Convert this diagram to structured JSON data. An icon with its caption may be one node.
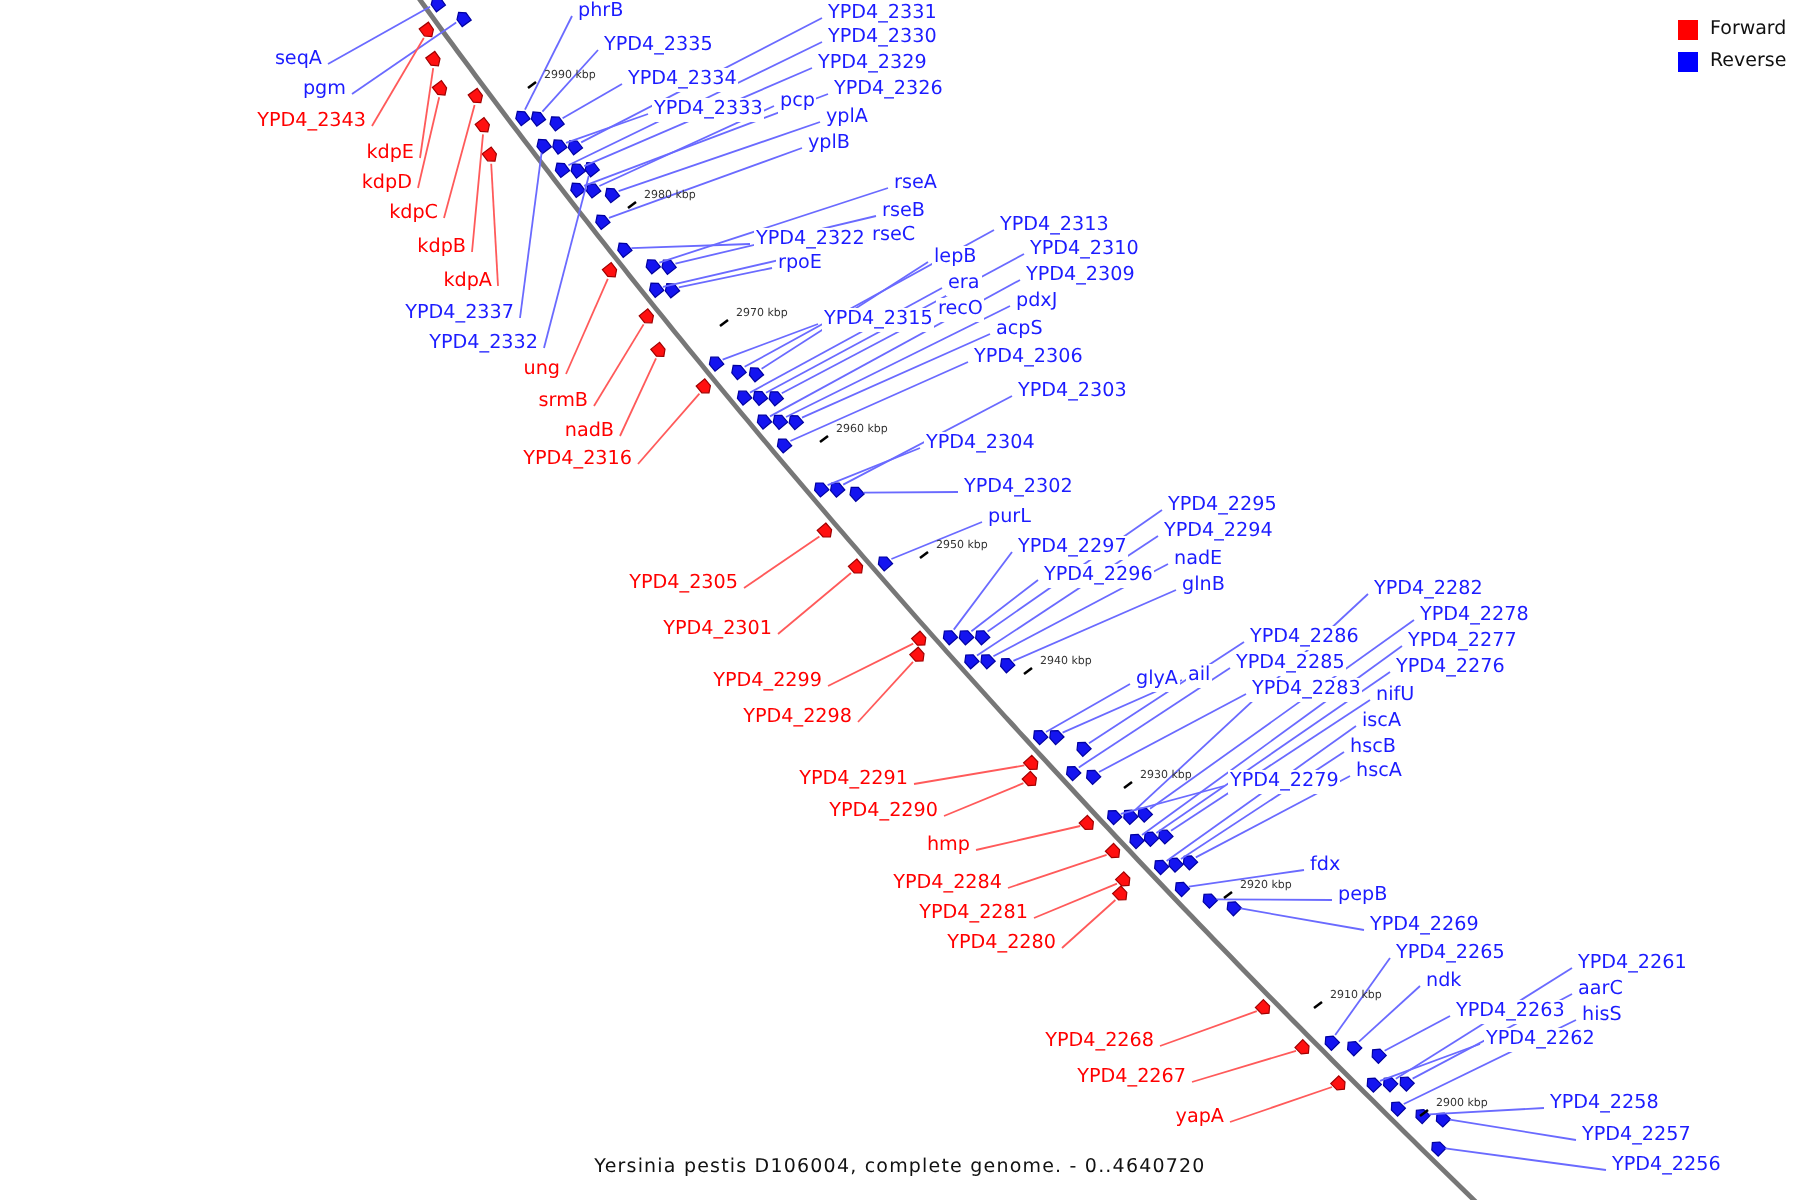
{
  "diagram": {
    "caption": "Yersinia pestis D106004, complete genome. - 0..4640720",
    "nodes": [
      {
        "text": [
          "seqA"
        ]
      },
      {
        "text": [
          "pgm"
        ]
      },
      {
        "text": [
          "YPD4_2343"
        ]
      },
      {
        "text": [
          "kdpE"
        ]
      },
      {
        "text": [
          "kdpD"
        ]
      },
      {
        "text": [
          "kdpC"
        ]
      },
      {
        "text": [
          "kdpB"
        ]
      },
      {
        "text": [
          "kdpA"
        ]
      },
      {
        "text": [
          "phrB"
        ]
      },
      {
        "text": [
          "YPD4_2335"
        ]
      },
      {
        "text": [
          "YPD4_2334"
        ]
      },
      {
        "text": [
          "YPD4_2337"
        ]
      },
      {
        "text": [
          "YPD4_2333"
        ]
      },
      {
        "text": [
          "YPD4_2331"
        ]
      },
      {
        "text": [
          "YPD4_2330"
        ]
      },
      {
        "text": [
          "YPD4_2329"
        ]
      },
      {
        "text": [
          "YPD4_2332"
        ]
      },
      {
        "text": [
          "YPD4_2326"
        ]
      },
      {
        "text": [
          "pcp"
        ]
      },
      {
        "text": [
          "yplA"
        ]
      },
      {
        "text": [
          "yplB"
        ]
      },
      {
        "text": [
          "YPD4_2322"
        ]
      },
      {
        "text": [
          "ung"
        ]
      },
      {
        "text": [
          "rseA"
        ]
      },
      {
        "text": [
          "rseB"
        ]
      },
      {
        "text": [
          "rseC"
        ]
      },
      {
        "text": [
          "rpoE"
        ]
      },
      {
        "text": [
          "srmB"
        ]
      },
      {
        "text": [
          "nadB"
        ]
      },
      {
        "text": [
          "YPD4_2315"
        ]
      },
      {
        "text": [
          "YPD4_2316"
        ]
      },
      {
        "text": [
          "YPD4_2313"
        ]
      },
      {
        "text": [
          "lepB"
        ]
      },
      {
        "text": [
          "era"
        ]
      },
      {
        "text": [
          "YPD4_2310"
        ]
      },
      {
        "text": [
          "recO"
        ]
      },
      {
        "text": [
          "YPD4_2309"
        ]
      },
      {
        "text": [
          "pdxJ"
        ]
      },
      {
        "text": [
          "acpS"
        ]
      },
      {
        "text": [
          "YPD4_2306"
        ]
      },
      {
        "text": [
          "YPD4_2304"
        ]
      },
      {
        "text": [
          "YPD4_2303"
        ]
      },
      {
        "text": [
          "YPD4_2302"
        ]
      },
      {
        "text": [
          "YPD4_2305"
        ]
      },
      {
        "text": [
          "YPD4_2301"
        ]
      },
      {
        "text": [
          "purL"
        ]
      },
      {
        "text": [
          "YPD4_2299"
        ]
      },
      {
        "text": [
          "YPD4_2298"
        ]
      },
      {
        "text": [
          "YPD4_2297"
        ]
      },
      {
        "text": [
          "YPD4_2296"
        ]
      },
      {
        "text": [
          "YPD4_2295"
        ]
      },
      {
        "text": [
          "YPD4_2294"
        ]
      },
      {
        "text": [
          "nadE"
        ]
      },
      {
        "text": [
          "glnB"
        ]
      },
      {
        "text": [
          "glyA"
        ]
      },
      {
        "text": [
          "ail"
        ]
      },
      {
        "text": [
          "YPD4_2291"
        ]
      },
      {
        "text": [
          "YPD4_2290"
        ]
      },
      {
        "text": [
          "YPD4_2286"
        ]
      },
      {
        "text": [
          "YPD4_2285"
        ]
      },
      {
        "text": [
          "YPD4_2283"
        ]
      },
      {
        "text": [
          "hmp"
        ]
      },
      {
        "text": [
          "YPD4_2279"
        ]
      },
      {
        "text": [
          "YPD4_2282"
        ]
      },
      {
        "text": [
          "YPD4_2278"
        ]
      },
      {
        "text": [
          "YPD4_2284"
        ]
      },
      {
        "text": [
          "YPD4_2277"
        ]
      },
      {
        "text": [
          "YPD4_2276"
        ]
      },
      {
        "text": [
          "nifU"
        ]
      },
      {
        "text": [
          "YPD4_2281"
        ]
      },
      {
        "text": [
          "YPD4_2280"
        ]
      },
      {
        "text": [
          "iscA"
        ]
      },
      {
        "text": [
          "hscB"
        ]
      },
      {
        "text": [
          "hscA"
        ]
      },
      {
        "text": [
          "fdx"
        ]
      },
      {
        "text": [
          "pepB"
        ]
      },
      {
        "text": [
          "YPD4_2269"
        ]
      },
      {
        "text": [
          "YPD4_2268"
        ]
      },
      {
        "text": [
          "YPD4_2267"
        ]
      },
      {
        "text": [
          "YPD4_2265"
        ]
      },
      {
        "text": [
          "ndk"
        ]
      },
      {
        "text": [
          "yapA"
        ]
      },
      {
        "text": [
          "YPD4_2263"
        ]
      },
      {
        "text": [
          "YPD4_2262"
        ]
      },
      {
        "text": [
          "YPD4_2261"
        ]
      },
      {
        "text": [
          "aarC"
        ]
      },
      {
        "text": [
          "hisS"
        ]
      },
      {
        "text": [
          "YPD4_2258"
        ]
      },
      {
        "text": [
          "YPD4_2257"
        ]
      },
      {
        "text": [
          "YPD4_2256"
        ]
      },
      {
        "text": [],
        "shape": "arrow"
      },
      {
        "text": [],
        "shape": "arrow"
      },
      {
        "text": [],
        "shape": "arrow"
      },
      {
        "text": [],
        "shape": "arrow"
      },
      {
        "text": [],
        "shape": "arrow"
      },
      {
        "text": [],
        "shape": "arrow"
      },
      {
        "text": [],
        "shape": "arrow"
      },
      {
        "text": [],
        "shape": "arrow"
      },
      {
        "text": [],
        "shape": "arrow"
      },
      {
        "text": [],
        "shape": "arrow"
      },
      {
        "text": [],
        "shape": "arrow"
      },
      {
        "text": [],
        "shape": "arrow"
      },
      {
        "text": [],
        "shape": "arrow"
      },
      {
        "text": [],
        "shape": "arrow"
      },
      {
        "text": [],
        "shape": "arrow"
      },
      {
        "text": [],
        "shape": "arrow"
      },
      {
        "text": [],
        "shape": "arrow"
      },
      {
        "text": [],
        "shape": "arrow"
      },
      {
        "text": [],
        "shape": "arrow"
      },
      {
        "text": [],
        "shape": "arrow"
      },
      {
        "text": [],
        "shape": "arrow"
      },
      {
        "text": [],
        "shape": "arrow"
      },
      {
        "text": [],
        "shape": "arrow"
      },
      {
        "text": [],
        "shape": "arrow"
      },
      {
        "text": [],
        "shape": "arrow"
      },
      {
        "text": [],
        "shape": "arrow"
      },
      {
        "text": [],
        "shape": "arrow"
      },
      {
        "text": [],
        "shape": "arrow"
      },
      {
        "text": [],
        "shape": "arrow"
      },
      {
        "text": [],
        "shape": "arrow"
      },
      {
        "text": [],
        "shape": "arrow"
      },
      {
        "text": [],
        "shape": "arrow"
      },
      {
        "text": [],
        "shape": "arrow"
      },
      {
        "text": [],
        "shape": "arrow"
      },
      {
        "text": [],
        "shape": "arrow"
      },
      {
        "text": [],
        "shape": "arrow"
      },
      {
        "text": [],
        "shape": "arrow"
      },
      {
        "text": [],
        "shape": "arrow"
      },
      {
        "text": [],
        "shape": "arrow"
      },
      {
        "text": [],
        "shape": "arrow"
      },
      {
        "text": [],
        "shape": "arrow"
      },
      {
        "text": [],
        "shape": "arrow"
      },
      {
        "text": [],
        "shape": "arrow"
      },
      {
        "text": [],
        "shape": "arrow"
      },
      {
        "text": [],
        "shape": "arrow"
      },
      {
        "text": [],
        "shape": "arrow"
      },
      {
        "text": [],
        "shape": "arrow"
      },
      {
        "text": [],
        "shape": "arrow"
      },
      {
        "text": [],
        "shape": "arrow"
      },
      {
        "text": [],
        "shape": "arrow"
      },
      {
        "text": [],
        "shape": "arrow"
      },
      {
        "text": [],
        "shape": "arrow"
      },
      {
        "text": [],
        "shape": "arrow"
      },
      {
        "text": [],
        "shape": "arrow"
      },
      {
        "text": [],
        "shape": "arrow"
      },
      {
        "text": [],
        "shape": "arrow"
      },
      {
        "text": [],
        "shape": "arrow"
      },
      {
        "text": [],
        "shape": "arrow"
      },
      {
        "text": [],
        "shape": "arrow"
      },
      {
        "text": [],
        "shape": "arrow"
      },
      {
        "text": [],
        "shape": "arrow"
      },
      {
        "text": [],
        "shape": "arrow"
      },
      {
        "text": [],
        "shape": "arrow"
      },
      {
        "text": [],
        "shape": "arrow"
      },
      {
        "text": [],
        "shape": "arrow"
      },
      {
        "text": [],
        "shape": "arrow"
      },
      {
        "text": [],
        "shape": "arrow"
      },
      {
        "text": [],
        "shape": "arrow"
      },
      {
        "text": [],
        "shape": "arrow"
      },
      {
        "text": [],
        "shape": "arrow"
      },
      {
        "text": [],
        "shape": "arrow"
      },
      {
        "text": [],
        "shape": "arrow"
      },
      {
        "text": [],
        "shape": "arrow"
      },
      {
        "text": [],
        "shape": "arrow"
      },
      {
        "text": [],
        "shape": "arrow"
      },
      {
        "text": [],
        "shape": "arrow"
      },
      {
        "text": [],
        "shape": "arrow"
      },
      {
        "text": [],
        "shape": "arrow"
      },
      {
        "text": [],
        "shape": "arrow"
      },
      {
        "text": [],
        "shape": "arrow"
      },
      {
        "text": [],
        "shape": "arrow"
      },
      {
        "text": [],
        "shape": "arrow"
      },
      {
        "text": [],
        "shape": "arrow"
      },
      {
        "text": [],
        "shape": "arrow"
      },
      {
        "text": [],
        "shape": "arrow"
      },
      {
        "text": [],
        "shape": "arrow"
      },
      {
        "text": [],
        "shape": "arrow"
      },
      {
        "text": [],
        "shape": "arrow"
      },
      {
        "text": [],
        "shape": "arrow"
      },
      {
        "text": [],
        "shape": "arrow"
      }
    ],
    "edges": [
      {
        "from": 0,
        "to": 90,
        "arrow": "none"
      },
      {
        "from": 1,
        "to": 91,
        "arrow": "none"
      },
      {
        "from": 2,
        "to": 92,
        "arrow": "none",
        "color": "#ff5a5a"
      },
      {
        "from": 3,
        "to": 93,
        "arrow": "none",
        "color": "#ff5a5a"
      },
      {
        "from": 4,
        "to": 94,
        "arrow": "none",
        "color": "#ff5a5a"
      },
      {
        "from": 5,
        "to": 95,
        "arrow": "none",
        "color": "#ff5a5a"
      },
      {
        "from": 6,
        "to": 96,
        "arrow": "none",
        "color": "#ff5a5a"
      },
      {
        "from": 7,
        "to": 97,
        "arrow": "none",
        "color": "#ff5a5a"
      },
      {
        "from": 8,
        "to": 98,
        "arrow": "none"
      },
      {
        "from": 9,
        "to": 99,
        "arrow": "none"
      },
      {
        "from": 10,
        "to": 100,
        "arrow": "none"
      },
      {
        "from": 11,
        "to": 101,
        "arrow": "none"
      },
      {
        "from": 12,
        "to": 102,
        "arrow": "none"
      },
      {
        "from": 13,
        "to": 103,
        "arrow": "none"
      },
      {
        "from": 14,
        "to": 104,
        "arrow": "none"
      },
      {
        "from": 15,
        "to": 105,
        "arrow": "none"
      },
      {
        "from": 16,
        "to": 106,
        "arrow": "none"
      },
      {
        "from": 17,
        "to": 107,
        "arrow": "none"
      },
      {
        "from": 18,
        "to": 108,
        "arrow": "none"
      },
      {
        "from": 19,
        "to": 109,
        "arrow": "none"
      },
      {
        "from": 20,
        "to": 110,
        "arrow": "none"
      },
      {
        "from": 21,
        "to": 111,
        "arrow": "none"
      },
      {
        "from": 22,
        "to": 112,
        "arrow": "none",
        "color": "#ff5a5a"
      },
      {
        "from": 23,
        "to": 113,
        "arrow": "none"
      },
      {
        "from": 24,
        "to": 114,
        "arrow": "none"
      },
      {
        "from": 25,
        "to": 115,
        "arrow": "none"
      },
      {
        "from": 26,
        "to": 116,
        "arrow": "none"
      },
      {
        "from": 27,
        "to": 117,
        "arrow": "none",
        "color": "#ff5a5a"
      },
      {
        "from": 28,
        "to": 118,
        "arrow": "none",
        "color": "#ff5a5a"
      },
      {
        "from": 29,
        "to": 119,
        "arrow": "none"
      },
      {
        "from": 30,
        "to": 120,
        "arrow": "none",
        "color": "#ff5a5a"
      },
      {
        "from": 31,
        "to": 121,
        "arrow": "none"
      },
      {
        "from": 32,
        "to": 122,
        "arrow": "none"
      },
      {
        "from": 33,
        "to": 123,
        "arrow": "none"
      },
      {
        "from": 34,
        "to": 124,
        "arrow": "none"
      },
      {
        "from": 35,
        "to": 125,
        "arrow": "none"
      },
      {
        "from": 36,
        "to": 126,
        "arrow": "none"
      },
      {
        "from": 37,
        "to": 127,
        "arrow": "none"
      },
      {
        "from": 38,
        "to": 128,
        "arrow": "none"
      },
      {
        "from": 39,
        "to": 129,
        "arrow": "none"
      },
      {
        "from": 40,
        "to": 130,
        "arrow": "none"
      },
      {
        "from": 41,
        "to": 131,
        "arrow": "none"
      },
      {
        "from": 42,
        "to": 132,
        "arrow": "none"
      },
      {
        "from": 43,
        "to": 133,
        "arrow": "none",
        "color": "#ff5a5a"
      },
      {
        "from": 44,
        "to": 134,
        "arrow": "none",
        "color": "#ff5a5a"
      },
      {
        "from": 45,
        "to": 135,
        "arrow": "none"
      },
      {
        "from": 46,
        "to": 136,
        "arrow": "none",
        "color": "#ff5a5a"
      },
      {
        "from": 47,
        "to": 137,
        "arrow": "none",
        "color": "#ff5a5a"
      },
      {
        "from": 48,
        "to": 138,
        "arrow": "none"
      },
      {
        "from": 49,
        "to": 139,
        "arrow": "none"
      },
      {
        "from": 50,
        "to": 140,
        "arrow": "none"
      },
      {
        "from": 51,
        "to": 141,
        "arrow": "none"
      },
      {
        "from": 52,
        "to": 142,
        "arrow": "none"
      },
      {
        "from": 53,
        "to": 143,
        "arrow": "none"
      },
      {
        "from": 54,
        "to": 144,
        "arrow": "none"
      },
      {
        "from": 55,
        "to": 145,
        "arrow": "none"
      },
      {
        "from": 56,
        "to": 146,
        "arrow": "none",
        "color": "#ff5a5a"
      },
      {
        "from": 57,
        "to": 147,
        "arrow": "none",
        "color": "#ff5a5a"
      },
      {
        "from": 58,
        "to": 148,
        "arrow": "none"
      },
      {
        "from": 59,
        "to": 149,
        "arrow": "none"
      },
      {
        "from": 60,
        "to": 150,
        "arrow": "none"
      },
      {
        "from": 61,
        "to": 151,
        "arrow": "none",
        "color": "#ff5a5a"
      },
      {
        "from": 62,
        "to": 152,
        "arrow": "none"
      },
      {
        "from": 63,
        "to": 153,
        "arrow": "none"
      },
      {
        "from": 64,
        "to": 154,
        "arrow": "none"
      },
      {
        "from": 65,
        "to": 155,
        "arrow": "none",
        "color": "#ff5a5a"
      },
      {
        "from": 66,
        "to": 156,
        "arrow": "none"
      },
      {
        "from": 67,
        "to": 157,
        "arrow": "none"
      },
      {
        "from": 68,
        "to": 158,
        "arrow": "none"
      },
      {
        "from": 69,
        "to": 159,
        "arrow": "none",
        "color": "#ff5a5a"
      },
      {
        "from": 70,
        "to": 160,
        "arrow": "none",
        "color": "#ff5a5a"
      },
      {
        "from": 71,
        "to": 161,
        "arrow": "none"
      },
      {
        "from": 72,
        "to": 162,
        "arrow": "none"
      },
      {
        "from": 73,
        "to": 163,
        "arrow": "none"
      },
      {
        "from": 74,
        "to": 164,
        "arrow": "none"
      },
      {
        "from": 75,
        "to": 165,
        "arrow": "none"
      },
      {
        "from": 76,
        "to": 166,
        "arrow": "none"
      },
      {
        "from": 77,
        "to": 167,
        "arrow": "none",
        "color": "#ff5a5a"
      },
      {
        "from": 78,
        "to": 168,
        "arrow": "none",
        "color": "#ff5a5a"
      },
      {
        "from": 79,
        "to": 169,
        "arrow": "none"
      },
      {
        "from": 80,
        "to": 170,
        "arrow": "none"
      },
      {
        "from": 81,
        "to": 171,
        "arrow": "none",
        "color": "#ff5a5a"
      },
      {
        "from": 82,
        "to": 172,
        "arrow": "none"
      },
      {
        "from": 83,
        "to": 173,
        "arrow": "none"
      },
      {
        "from": 84,
        "to": 174,
        "arrow": "none"
      },
      {
        "from": 85,
        "to": 175,
        "arrow": "none"
      },
      {
        "from": 86,
        "to": 176,
        "arrow": "none"
      },
      {
        "from": 87,
        "to": 177,
        "arrow": "none"
      },
      {
        "from": 88,
        "to": 178,
        "arrow": "none"
      },
      {
        "from": 89,
        "to": 179,
        "arrow": "none"
      }
    ],
    "labels": [
      "2990 kbp",
      "2980 kbp",
      "2970 kbp",
      "2960 kbp",
      "2950 kbp",
      "2940 kbp",
      "2930 kbp",
      "2920 kbp",
      "2910 kbp",
      "2900 kbp"
    ],
    "legend": [
      {
        "text": "Forward",
        "color": "#ff0000"
      },
      {
        "text": "Reverse",
        "color": "#0000ff"
      }
    ]
  }
}
